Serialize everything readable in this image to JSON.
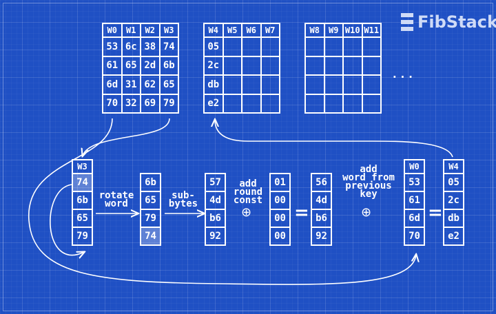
{
  "logo": {
    "text": "FibStack",
    "icon": "stacked-bars-logo-icon"
  },
  "key_blocks": [
    {
      "headers": [
        "W0",
        "W1",
        "W2",
        "W3"
      ],
      "rows": [
        [
          "53",
          "6c",
          "38",
          "74"
        ],
        [
          "61",
          "65",
          "2d",
          "6b"
        ],
        [
          "6d",
          "31",
          "62",
          "65"
        ],
        [
          "70",
          "32",
          "69",
          "79"
        ]
      ]
    },
    {
      "headers": [
        "W4",
        "W5",
        "W6",
        "W7"
      ],
      "rows": [
        [
          "05",
          "",
          "",
          ""
        ],
        [
          "2c",
          "",
          "",
          ""
        ],
        [
          "db",
          "",
          "",
          ""
        ],
        [
          "e2",
          "",
          "",
          ""
        ]
      ]
    },
    {
      "headers": [
        "W8",
        "W9",
        "W10",
        "W11"
      ],
      "rows": [
        [
          "",
          "",
          "",
          ""
        ],
        [
          "",
          "",
          "",
          ""
        ],
        [
          "",
          "",
          "",
          ""
        ],
        [
          "",
          "",
          "",
          ""
        ]
      ]
    }
  ],
  "ellipsis": "...",
  "steps": {
    "w3": {
      "header": "W3",
      "values": [
        "74",
        "6b",
        "65",
        "79"
      ]
    },
    "rotated": {
      "values": [
        "6b",
        "65",
        "79",
        "74"
      ]
    },
    "subbed": {
      "values": [
        "57",
        "4d",
        "b6",
        "92"
      ]
    },
    "round_const": {
      "values": [
        "01",
        "00",
        "00",
        "00"
      ]
    },
    "result1": {
      "values": [
        "56",
        "4d",
        "b6",
        "92"
      ]
    },
    "w0": {
      "header": "W0",
      "values": [
        "53",
        "61",
        "6d",
        "70"
      ]
    },
    "w4": {
      "header": "W4",
      "values": [
        "05",
        "2c",
        "db",
        "e2"
      ]
    }
  },
  "labels": {
    "rotate_word": [
      "rotate",
      "word"
    ],
    "sub_bytes": [
      "sub-",
      "bytes"
    ],
    "add_round_const": [
      "add",
      "round",
      "const"
    ],
    "add_word_prev": [
      "add",
      "word from",
      "previous",
      "key"
    ],
    "xor_symbol": "⊕",
    "equals": "="
  },
  "colors": {
    "background": "#1f50c4",
    "foreground": "#ffffff",
    "logo": "#cfdbf7"
  }
}
